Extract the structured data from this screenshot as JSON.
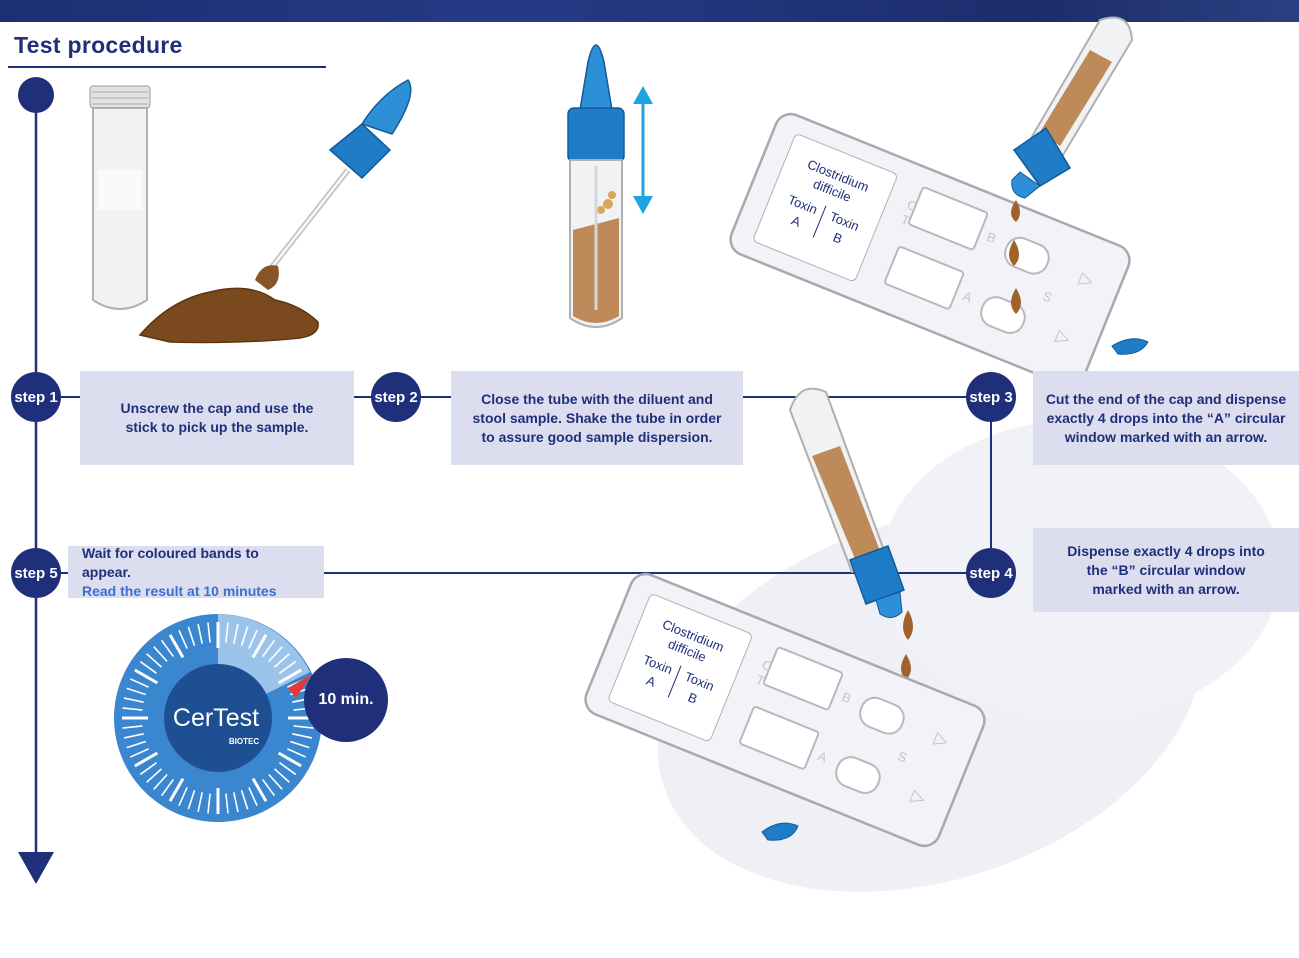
{
  "title": "Test procedure",
  "steps": [
    {
      "label": "step 1",
      "text": "Unscrew the cap and use the stick to pick up the sample."
    },
    {
      "label": "step 2",
      "text": "Close the tube with the diluent and stool sample. Shake the tube in order to assure good sample dispersion."
    },
    {
      "label": "step 3",
      "text": "Cut the end of the cap and dispense exactly 4 drops into the “A” circular window marked with an arrow."
    },
    {
      "label": "step 4",
      "text": "Dispense exactly 4 drops into the “B” circular window marked with an arrow."
    },
    {
      "label": "step 5",
      "text": "Wait for coloured bands to appear.",
      "highlight": "Read the result at 10 minutes"
    }
  ],
  "cassette": {
    "name_line1": "Clostridium",
    "name_line2": "difficile",
    "toxin_a": "Toxin",
    "toxin_a_letter": "A",
    "toxin_b": "Toxin",
    "toxin_b_letter": "B",
    "marks": {
      "c": "C",
      "t": "T",
      "a": "A",
      "b": "B",
      "s": "S"
    }
  },
  "timer": {
    "minutes_label": "10 min.",
    "brand": "CerTest",
    "brand_sub": "BIOTEC"
  },
  "colors": {
    "navy": "#1f2f7a",
    "box_fill": "#dcddee",
    "accent_text": "#3d6fd1",
    "tube_blue": "#1f7cc7",
    "sample_brown": "#a06a3a",
    "arrow_cyan": "#1ea4e0",
    "dial_blue": "#3a86cf"
  }
}
